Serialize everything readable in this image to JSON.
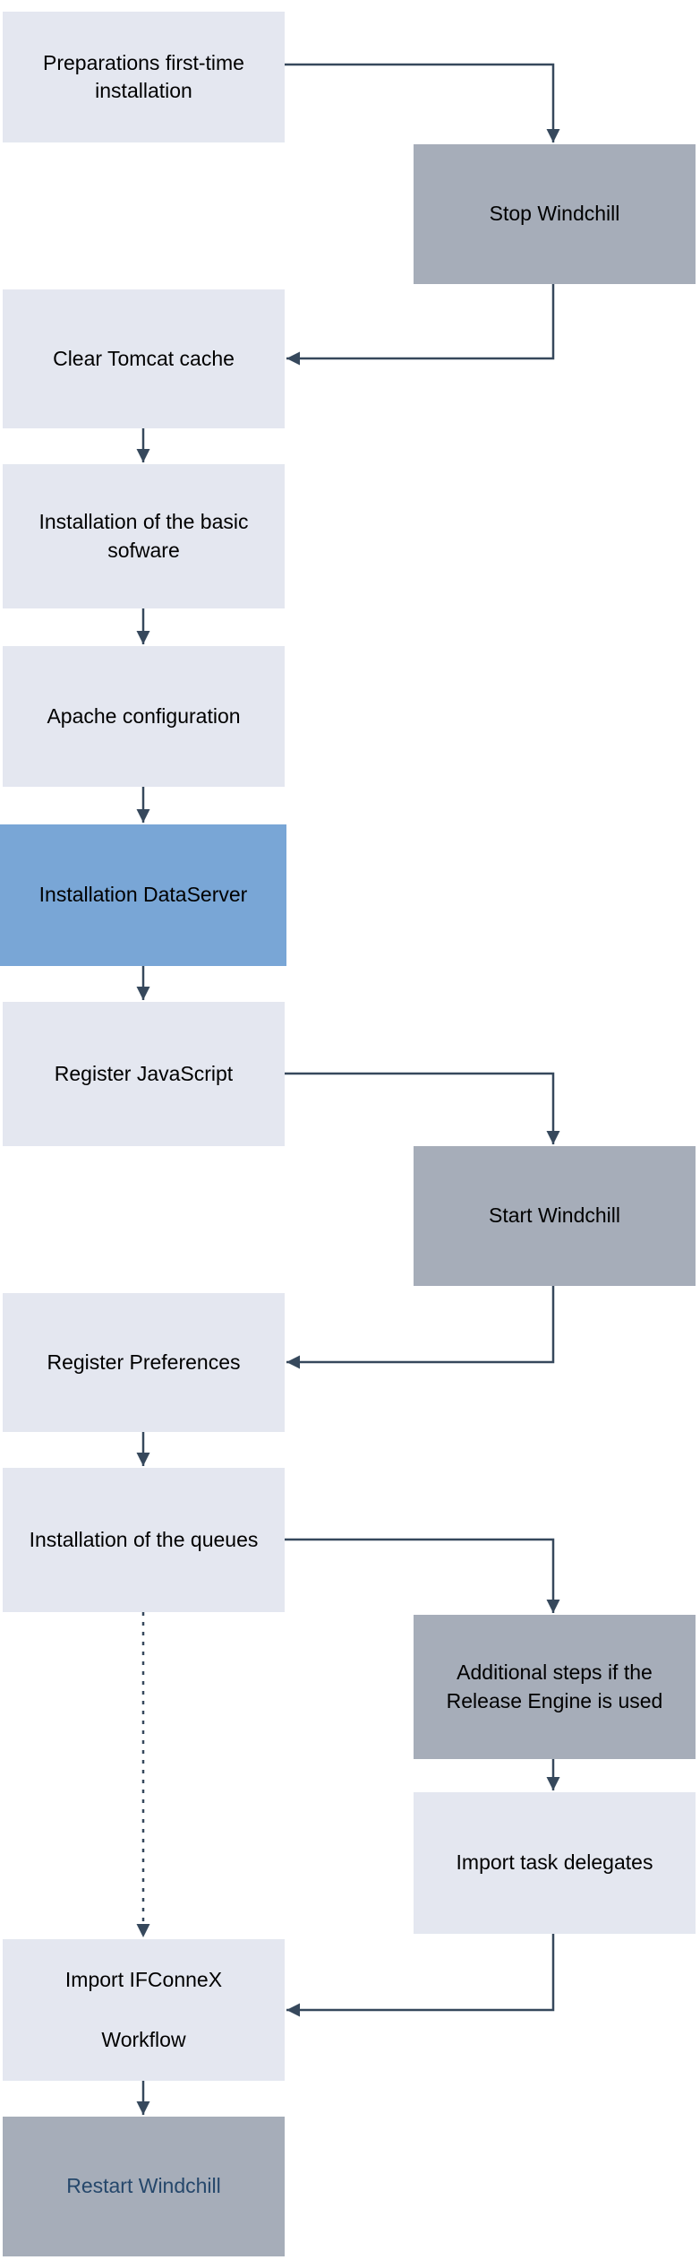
{
  "diagram": {
    "type": "flowchart",
    "colors": {
      "node_light": "#e4e7f0",
      "node_gray": "#a6adb9",
      "node_highlight_blue": "#79a6d6",
      "arrow": "#36485c",
      "text_default": "#000000",
      "restart_text": "#25476b"
    },
    "nodes": [
      {
        "id": "preparations",
        "label": "Preparations first-time installation",
        "style": "light"
      },
      {
        "id": "stop-windchill",
        "label": "Stop Windchill",
        "style": "gray"
      },
      {
        "id": "clear-tomcat-cache",
        "label": "Clear Tomcat cache",
        "style": "light"
      },
      {
        "id": "install-basic",
        "label": "Installation of the basic sofware",
        "style": "light"
      },
      {
        "id": "apache-configuration",
        "label": "Apache configuration",
        "style": "light"
      },
      {
        "id": "installation-dataserver",
        "label": "Installation DataServer",
        "style": "blue"
      },
      {
        "id": "register-javascript",
        "label": "Register JavaScript",
        "style": "light"
      },
      {
        "id": "start-windchill",
        "label": "Start Windchill",
        "style": "gray"
      },
      {
        "id": "register-preferences",
        "label": "Register Preferences",
        "style": "light"
      },
      {
        "id": "installation-queues",
        "label": "Installation of the queues",
        "style": "light"
      },
      {
        "id": "additional-steps",
        "label": "Additional steps if the Release Engine is used",
        "style": "gray"
      },
      {
        "id": "import-task-delegates",
        "label": "Import task delegates",
        "style": "light"
      },
      {
        "id": "import-ifconnex-workflow",
        "label": "Import IFConneX Workflow",
        "lines": [
          "Import IFConneX",
          "Workflow"
        ],
        "style": "light"
      },
      {
        "id": "restart-windchill",
        "label": "Restart Windchill",
        "style": "gray",
        "text_color": "#25476b"
      }
    ],
    "edges": [
      {
        "from": "preparations",
        "to": "stop-windchill",
        "style": "solid"
      },
      {
        "from": "stop-windchill",
        "to": "clear-tomcat-cache",
        "style": "solid"
      },
      {
        "from": "clear-tomcat-cache",
        "to": "install-basic",
        "style": "solid"
      },
      {
        "from": "install-basic",
        "to": "apache-configuration",
        "style": "solid"
      },
      {
        "from": "apache-configuration",
        "to": "installation-dataserver",
        "style": "solid"
      },
      {
        "from": "installation-dataserver",
        "to": "register-javascript",
        "style": "solid"
      },
      {
        "from": "register-javascript",
        "to": "start-windchill",
        "style": "solid"
      },
      {
        "from": "start-windchill",
        "to": "register-preferences",
        "style": "solid"
      },
      {
        "from": "register-preferences",
        "to": "installation-queues",
        "style": "solid"
      },
      {
        "from": "installation-queues",
        "to": "additional-steps",
        "style": "solid"
      },
      {
        "from": "additional-steps",
        "to": "import-task-delegates",
        "style": "solid"
      },
      {
        "from": "installation-queues",
        "to": "import-ifconnex-workflow",
        "style": "dashed"
      },
      {
        "from": "import-task-delegates",
        "to": "import-ifconnex-workflow",
        "style": "solid"
      },
      {
        "from": "import-ifconnex-workflow",
        "to": "restart-windchill",
        "style": "solid"
      }
    ]
  }
}
